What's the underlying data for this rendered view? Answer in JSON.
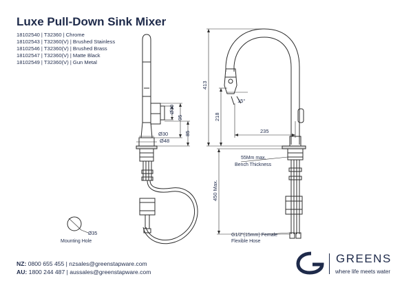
{
  "title": "Luxe Pull-Down Sink Mixer",
  "product_codes": [
    "18102540 | T32360 | Chrome",
    "18102543 | T32360(V) | Brushed Stainless",
    "18102546 | T32360(V) | Brushed Brass",
    "18102547 | T32360(V) | Matte Black",
    "18102549 | T32360(V) | Gun Metal"
  ],
  "dimensions": {
    "d30_top": "Ø30",
    "h95": "95",
    "d30_base": "Ø30",
    "d48": "Ø48",
    "h85": "85",
    "h413": "413",
    "h218": "218",
    "w235": "235",
    "angle": "15°",
    "h450": "450 Max."
  },
  "notes": {
    "bench_line1": "55Mm max.",
    "bench_line2": "Bench Thickness",
    "hose_line1": "G1/2\"(15mm) Female",
    "hose_line2": "Flexible Hose",
    "mount_dia": "Ø35",
    "mount_label": "Mounting Hole"
  },
  "contact": {
    "nz_label": "NZ:",
    "nz_text": "0800 655 455 | nzsales@greenstapware.com",
    "au_label": "AU:",
    "au_text": "1800 244 487 | aussales@greenstapware.com"
  },
  "brand": {
    "name": "GREENS",
    "tagline": "where life meets water"
  },
  "colors": {
    "ink": "#1e2a4a",
    "line": "#2b2b2b"
  }
}
